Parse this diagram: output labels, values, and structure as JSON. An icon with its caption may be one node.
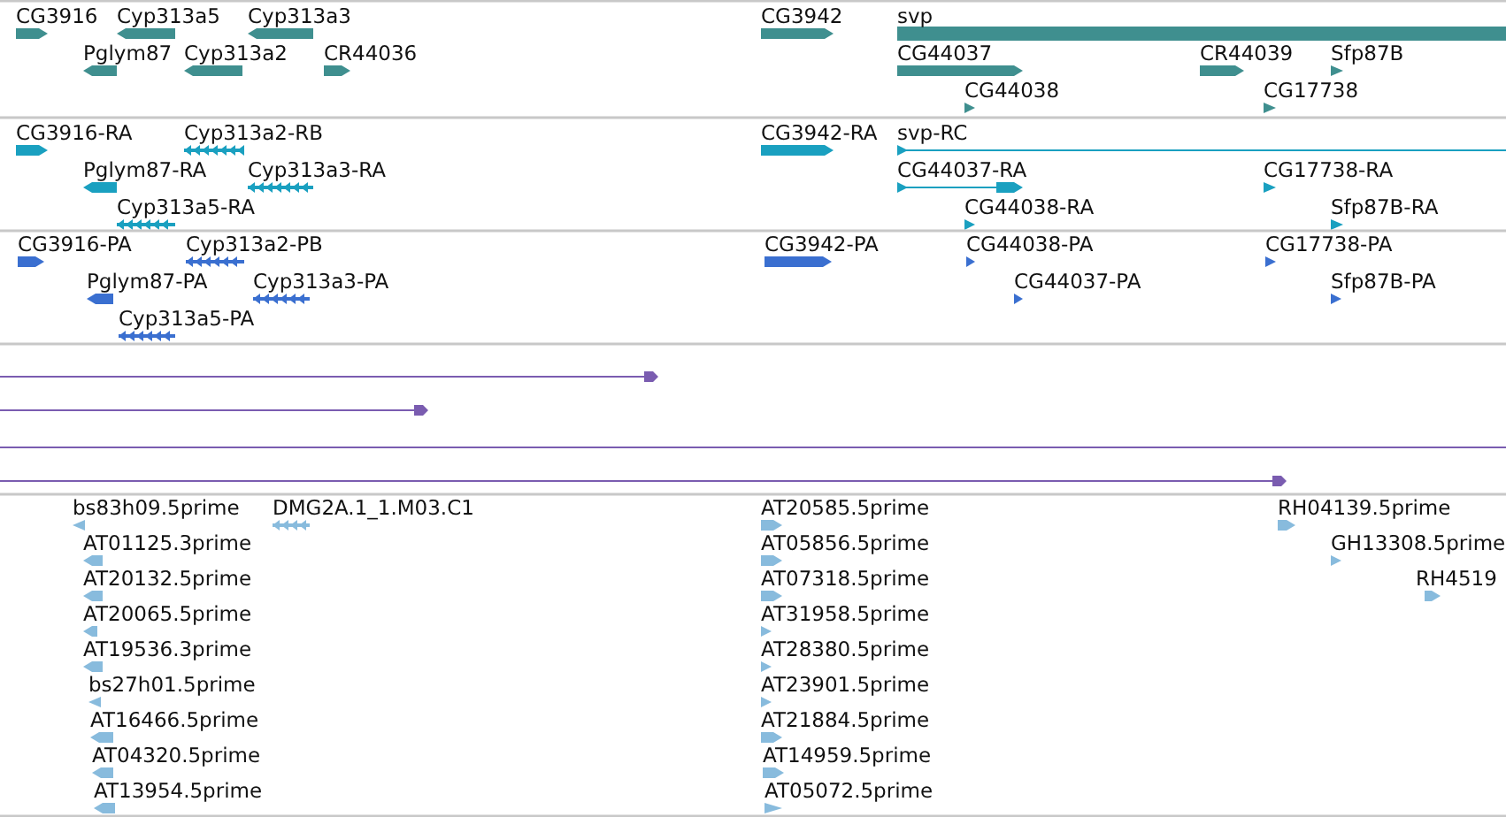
{
  "diagram": {
    "labels": [
      "CG3916",
      "Cyp313a5",
      "Cyp313a3",
      "CG3942",
      "svp",
      "Pglym87",
      "Cyp313a2",
      "CR44036",
      "CG44037",
      "CR44039",
      "Sfp87B",
      "CG44038",
      "CG17738",
      "CG3916-RA",
      "Cyp313a2-RB",
      "CG3942-RA",
      "svp-RC",
      "Pglym87-RA",
      "Cyp313a3-RA",
      "CG44037-RA",
      "CG17738-RA",
      "Cyp313a5-RA",
      "CG44038-RA",
      "Sfp87B-RA",
      "CG3916-PA",
      "Cyp313a2-PB",
      "CG3942-PA",
      "CG44038-PA",
      "CG17738-PA",
      "Pglym87-PA",
      "Cyp313a3-PA",
      "CG44037-PA",
      "Sfp87B-PA",
      "Cyp313a5-PA",
      "bs83h09.5prime",
      "DMG2A.1_1.M03.C1",
      "AT20585.5prime",
      "RH04139.5prime",
      "AT01125.3prime",
      "AT05856.5prime",
      "GH13308.5prime",
      "AT20132.5prime",
      "AT07318.5prime",
      "RH4519",
      "AT20065.5prime",
      "AT31958.5prime",
      "AT19536.3prime",
      "AT28380.5prime",
      "bs27h01.5prime",
      "AT23901.5prime",
      "AT16466.5prime",
      "AT21884.5prime",
      "AT04320.5prime",
      "AT14959.5prime",
      "AT13954.5prime",
      "AT05072.5prime"
    ]
  }
}
